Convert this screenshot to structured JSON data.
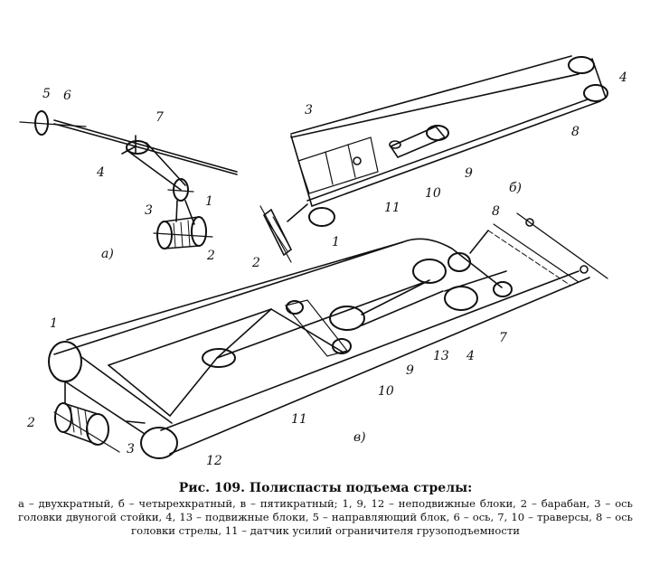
{
  "figure": {
    "sub_a": "а)",
    "sub_b": "б)",
    "sub_v": "в)",
    "a_labels": {
      "n5": "5",
      "n6": "6",
      "n7": "7",
      "n4": "4",
      "n3": "3",
      "n1": "1",
      "n2": "2"
    },
    "b_labels": {
      "n3": "3",
      "n4": "4",
      "n8": "8",
      "n9": "9",
      "n10": "10",
      "n11": "11",
      "n1": "1",
      "n2": "2"
    },
    "v_labels": {
      "n8": "8",
      "n1": "1",
      "n2": "2",
      "n3": "3",
      "n12": "12",
      "n11": "11",
      "n10": "10",
      "n9": "9",
      "n13": "13",
      "n4": "4",
      "n7": "7"
    }
  },
  "caption": {
    "title": "Рис. 109. Полиспасты подъема стрелы:",
    "body": "а – двухкратный, б – четырехкратный, в – пятикратный; 1, 9, 12 – неподвижные блоки, 2 – барабан, 3 – ось головки двуногой стойки, 4, 13 – подвижные блоки, 5 – направляющий блок, 6 – ось, 7, 10 – траверсы, 8 – ось головки стрелы, 11 – датчик усилий ограничителя грузоподъемности"
  }
}
